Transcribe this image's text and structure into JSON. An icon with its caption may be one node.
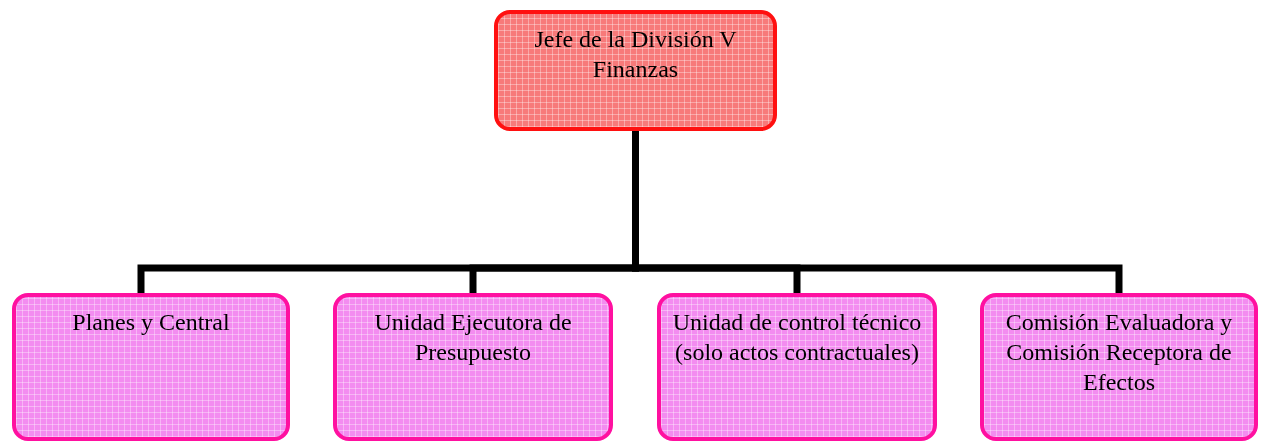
{
  "diagram": {
    "nodes": [
      {
        "text": [
          "Jefe de la División V Finanzas"
        ]
      },
      {
        "text": [
          "Planes y Central"
        ]
      },
      {
        "text": [
          "Unidad Ejecutora de Presupuesto"
        ]
      },
      {
        "text": [
          "Unidad de control técnico (solo actos contractuales)"
        ]
      },
      {
        "text": [
          "Comisión Evaluadora y Comisión Receptora de Efectos"
        ]
      }
    ],
    "edges": [
      {
        "from": 0,
        "to": 1,
        "arrow": "none"
      },
      {
        "from": 0,
        "to": 2,
        "arrow": "none"
      },
      {
        "from": 0,
        "to": 3,
        "arrow": "none"
      },
      {
        "from": 0,
        "to": 4,
        "arrow": "none"
      }
    ]
  }
}
